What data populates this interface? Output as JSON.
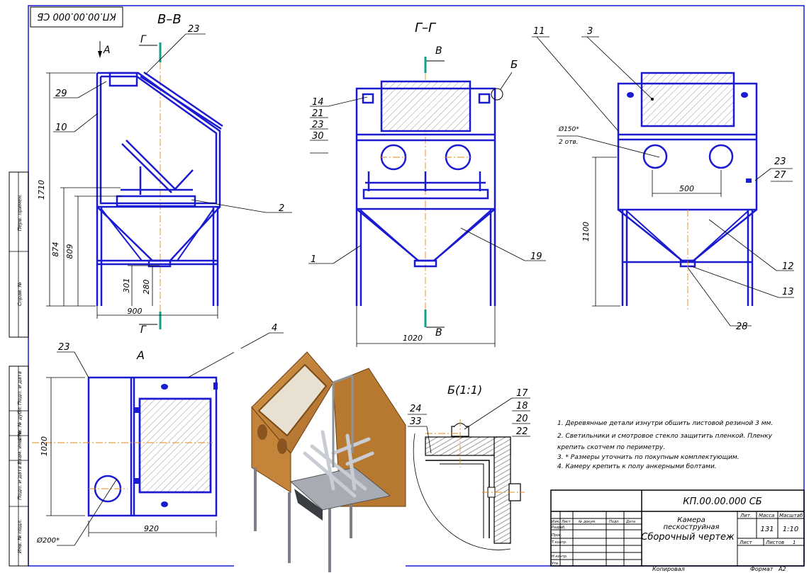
{
  "designation": "КП.00.00.000 СБ",
  "designation_rotated": "КП.00.00.000 СБ",
  "sections": {
    "bb": "В–В",
    "gg": "Г–Г",
    "view_a": "А",
    "detail_b": "Б(1:1)",
    "cut_b_top": "В",
    "cut_b_bottom": "В",
    "cut_g_top": "Г",
    "cut_g_bottom": "Г",
    "arrow_a": "А",
    "detail_mark": "Б"
  },
  "dimensions": {
    "h1710": "1710",
    "h874": "874",
    "h809": "809",
    "h301": "301",
    "h280": "280",
    "w900": "900",
    "w1020_front": "1020",
    "h1100": "1100",
    "w500": "500",
    "d150": "Ø150*",
    "d150_count": "2 отв.",
    "h1020_top": "1020",
    "w920": "920",
    "d200": "Ø200*"
  },
  "positions": {
    "p1": "1",
    "p2": "2",
    "p3": "3",
    "p4": "4",
    "p10": "10",
    "p11": "11",
    "p12": "12",
    "p13": "13",
    "p14": "14",
    "p19": "19",
    "p21": "21",
    "p23a": "23",
    "p23b": "23",
    "p23c": "23",
    "p23d": "23",
    "p24": "24",
    "p27": "27",
    "p28": "28",
    "p29": "29",
    "p30": "30",
    "p33": "33",
    "p17": "17",
    "p18": "18",
    "p20": "20",
    "p22": "22"
  },
  "notes": [
    "1. Деревянные детали изнутри обшить листовой резиной 3 мм.",
    "2. Светильники и смотровое стекло защитить пленкой. Пленку",
    "крепить скотчем по периметру.",
    "3.  * Размеры уточнить по покупным комплектующим.",
    "4. Камеру крепить к полу анкерными болтами."
  ],
  "title_block": {
    "doc_code": "КП.00.00.000 СБ",
    "name_line1": "Камера",
    "name_line2": "пескоструйная",
    "name_line3": "Сборочный чертеж",
    "col_lit": "Лит.",
    "col_mass": "Масса",
    "col_scale": "Масштаб",
    "mass": "131",
    "scale": "1:10",
    "sheet": "Лист",
    "sheets": "Листов",
    "sheets_val": "1",
    "izm": "Изм.",
    "list": "Лист",
    "ndoc": "№ докум.",
    "podp": "Подп.",
    "data": "Дата",
    "razrab": "Разраб.",
    "prov": "Пров.",
    "tkontr": "Т.контр.",
    "nkontr": "Н.контр.",
    "utv": "Утв.",
    "copied": "Копировал",
    "format": "Формат",
    "format_val": "А2"
  },
  "side_stamp": {
    "perv_primen": "Перв. примен.",
    "sprav": "Справ. №",
    "podp_data1": "Подп. и дата",
    "inv_dubl": "Инв. № дубл.",
    "vzam_inv": "Взам. инв. №",
    "podp_data2": "Подп. и дата",
    "inv_podl": "Инв. № подл."
  },
  "colors": {
    "line": "#1a1ad0",
    "axis": "#e08a1a",
    "cut": "#13a08a",
    "wood": "#c98a3c",
    "frame": "#000000"
  }
}
